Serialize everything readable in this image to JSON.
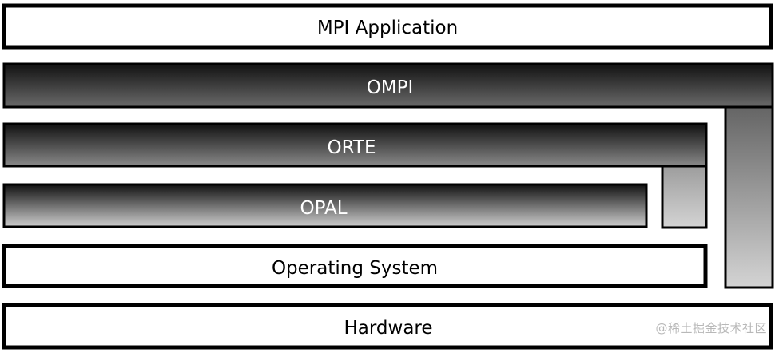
{
  "layers": {
    "mpi_application": "MPI Application",
    "ompi": "OMPI",
    "orte": "ORTE",
    "opal": "OPAL",
    "operating_system": "Operating System",
    "hardware": "Hardware"
  },
  "watermark": "@稀土掘金技术社区",
  "colors": {
    "outline": "#000000",
    "box_fill": "#ffffff",
    "gradient_dark": "#111111",
    "gradient_light": "#d4d4d4",
    "label_on_dark": "#ffffff",
    "label_on_light": "#000000"
  }
}
